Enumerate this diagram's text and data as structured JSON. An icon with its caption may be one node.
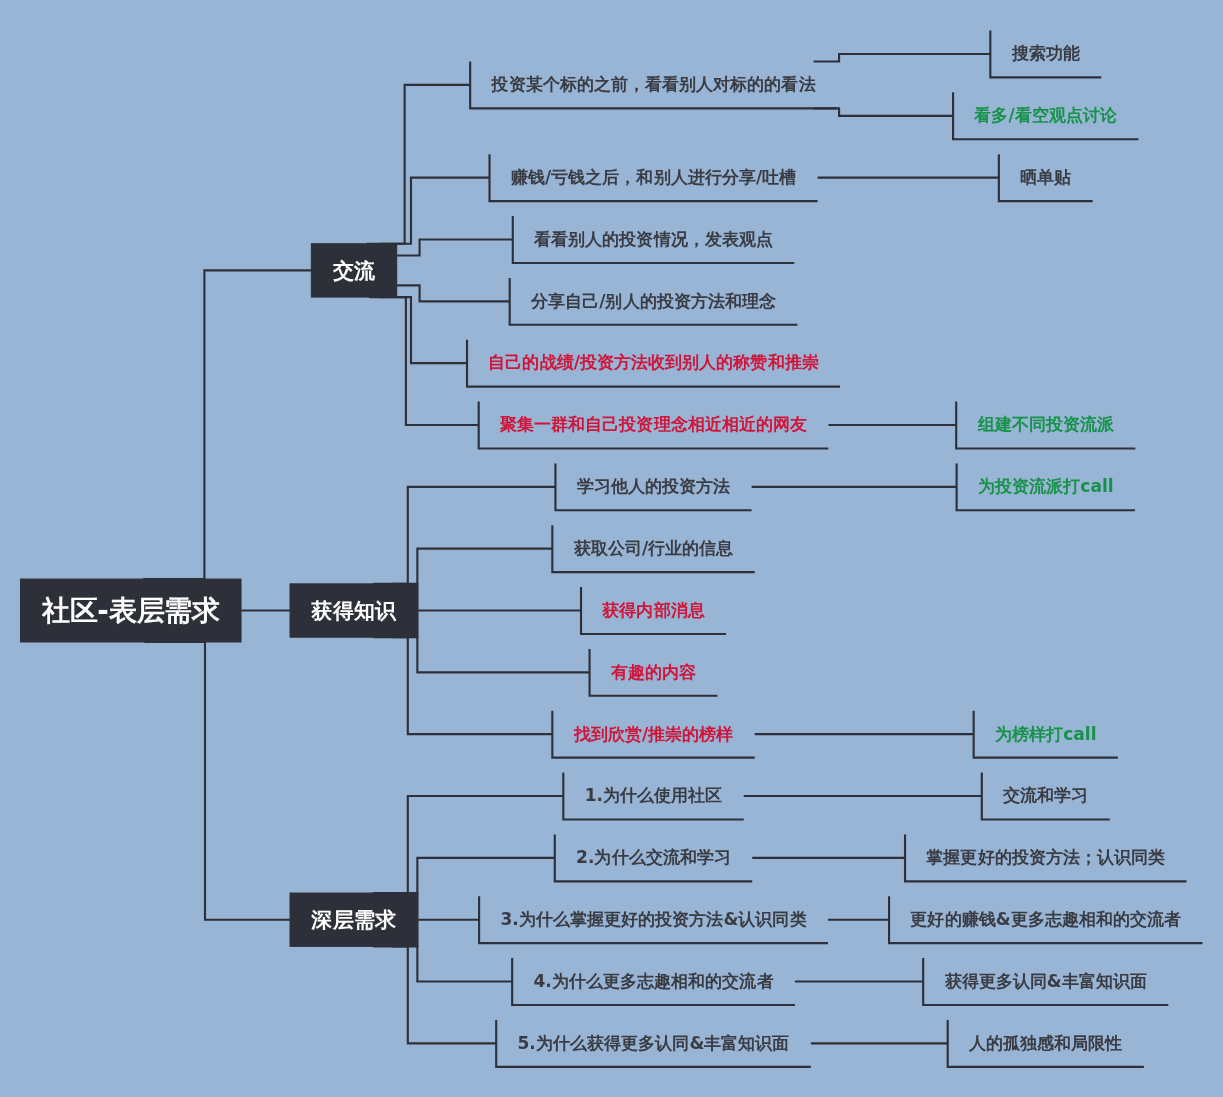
{
  "diagram": {
    "nodes": [
      {
        "text": [
          "社区-表层需求"
        ]
      },
      {
        "text": [
          "交流"
        ]
      },
      {
        "text": [
          "投资某个标的之前，看看别人对标的的看法"
        ]
      },
      {
        "text": [
          "搜索功能"
        ]
      },
      {
        "text": [
          "看多/看空观点讨论"
        ]
      },
      {
        "text": [
          "赚钱/亏钱之后，和别人进行分享/吐槽"
        ]
      },
      {
        "text": [
          "晒单贴"
        ]
      },
      {
        "text": [
          "看看别人的投资情况，发表观点"
        ]
      },
      {
        "text": [
          "分享自己/别人的投资方法和理念"
        ]
      },
      {
        "text": [
          "自己的战绩/投资方法收到别人的称赞和推崇"
        ]
      },
      {
        "text": [
          "聚集一群和自己投资理念相近相近的网友"
        ]
      },
      {
        "text": [
          "组建不同投资流派"
        ]
      },
      {
        "text": [
          "获得知识"
        ]
      },
      {
        "text": [
          "学习他人的投资方法"
        ]
      },
      {
        "text": [
          "为投资流派打call"
        ]
      },
      {
        "text": [
          "获取公司/行业的信息"
        ]
      },
      {
        "text": [
          "获得内部消息"
        ]
      },
      {
        "text": [
          "有趣的内容"
        ]
      },
      {
        "text": [
          "找到欣赏/推崇的榜样"
        ]
      },
      {
        "text": [
          "为榜样打call"
        ]
      },
      {
        "text": [
          "深层需求"
        ]
      },
      {
        "text": [
          "1.为什么使用社区"
        ]
      },
      {
        "text": [
          "交流和学习"
        ]
      },
      {
        "text": [
          "2.为什么交流和学习"
        ]
      },
      {
        "text": [
          "掌握更好的投资方法；认识同类"
        ]
      },
      {
        "text": [
          "3.为什么掌握更好的投资方法&认识同类"
        ]
      },
      {
        "text": [
          "更好的赚钱&更多志趣相和的交流者"
        ]
      },
      {
        "text": [
          "4.为什么更多志趣相和的交流者"
        ]
      },
      {
        "text": [
          "获得更多认同&丰富知识面"
        ]
      },
      {
        "text": [
          "5.为什么获得更多认同&丰富知识面"
        ]
      },
      {
        "text": [
          "人的孤独感和局限性"
        ]
      }
    ],
    "edges": [
      {
        "from": 0,
        "to": 1,
        "arrow": "none"
      },
      {
        "from": 0,
        "to": 12,
        "arrow": "none"
      },
      {
        "from": 0,
        "to": 20,
        "arrow": "none"
      },
      {
        "from": 1,
        "to": 2,
        "arrow": "none"
      },
      {
        "from": 2,
        "to": 3,
        "arrow": "none"
      },
      {
        "from": 2,
        "to": 4,
        "arrow": "none"
      },
      {
        "from": 1,
        "to": 5,
        "arrow": "none"
      },
      {
        "from": 5,
        "to": 6,
        "arrow": "none"
      },
      {
        "from": 1,
        "to": 7,
        "arrow": "none"
      },
      {
        "from": 1,
        "to": 8,
        "arrow": "none"
      },
      {
        "from": 1,
        "to": 9,
        "arrow": "none"
      },
      {
        "from": 1,
        "to": 10,
        "arrow": "none"
      },
      {
        "from": 10,
        "to": 11,
        "arrow": "none"
      },
      {
        "from": 12,
        "to": 13,
        "arrow": "none"
      },
      {
        "from": 13,
        "to": 14,
        "arrow": "none"
      },
      {
        "from": 12,
        "to": 15,
        "arrow": "none"
      },
      {
        "from": 12,
        "to": 16,
        "arrow": "none"
      },
      {
        "from": 12,
        "to": 17,
        "arrow": "none"
      },
      {
        "from": 12,
        "to": 18,
        "arrow": "none"
      },
      {
        "from": 18,
        "to": 19,
        "arrow": "none"
      },
      {
        "from": 20,
        "to": 21,
        "arrow": "none"
      },
      {
        "from": 21,
        "to": 22,
        "arrow": "none"
      },
      {
        "from": 20,
        "to": 23,
        "arrow": "none"
      },
      {
        "from": 23,
        "to": 24,
        "arrow": "none"
      },
      {
        "from": 20,
        "to": 25,
        "arrow": "none"
      },
      {
        "from": 25,
        "to": 26,
        "arrow": "none"
      },
      {
        "from": 20,
        "to": 27,
        "arrow": "none"
      },
      {
        "from": 27,
        "to": 28,
        "arrow": "none"
      },
      {
        "from": 20,
        "to": 29,
        "arrow": "none"
      },
      {
        "from": 29,
        "to": 30,
        "arrow": "none"
      }
    ]
  }
}
